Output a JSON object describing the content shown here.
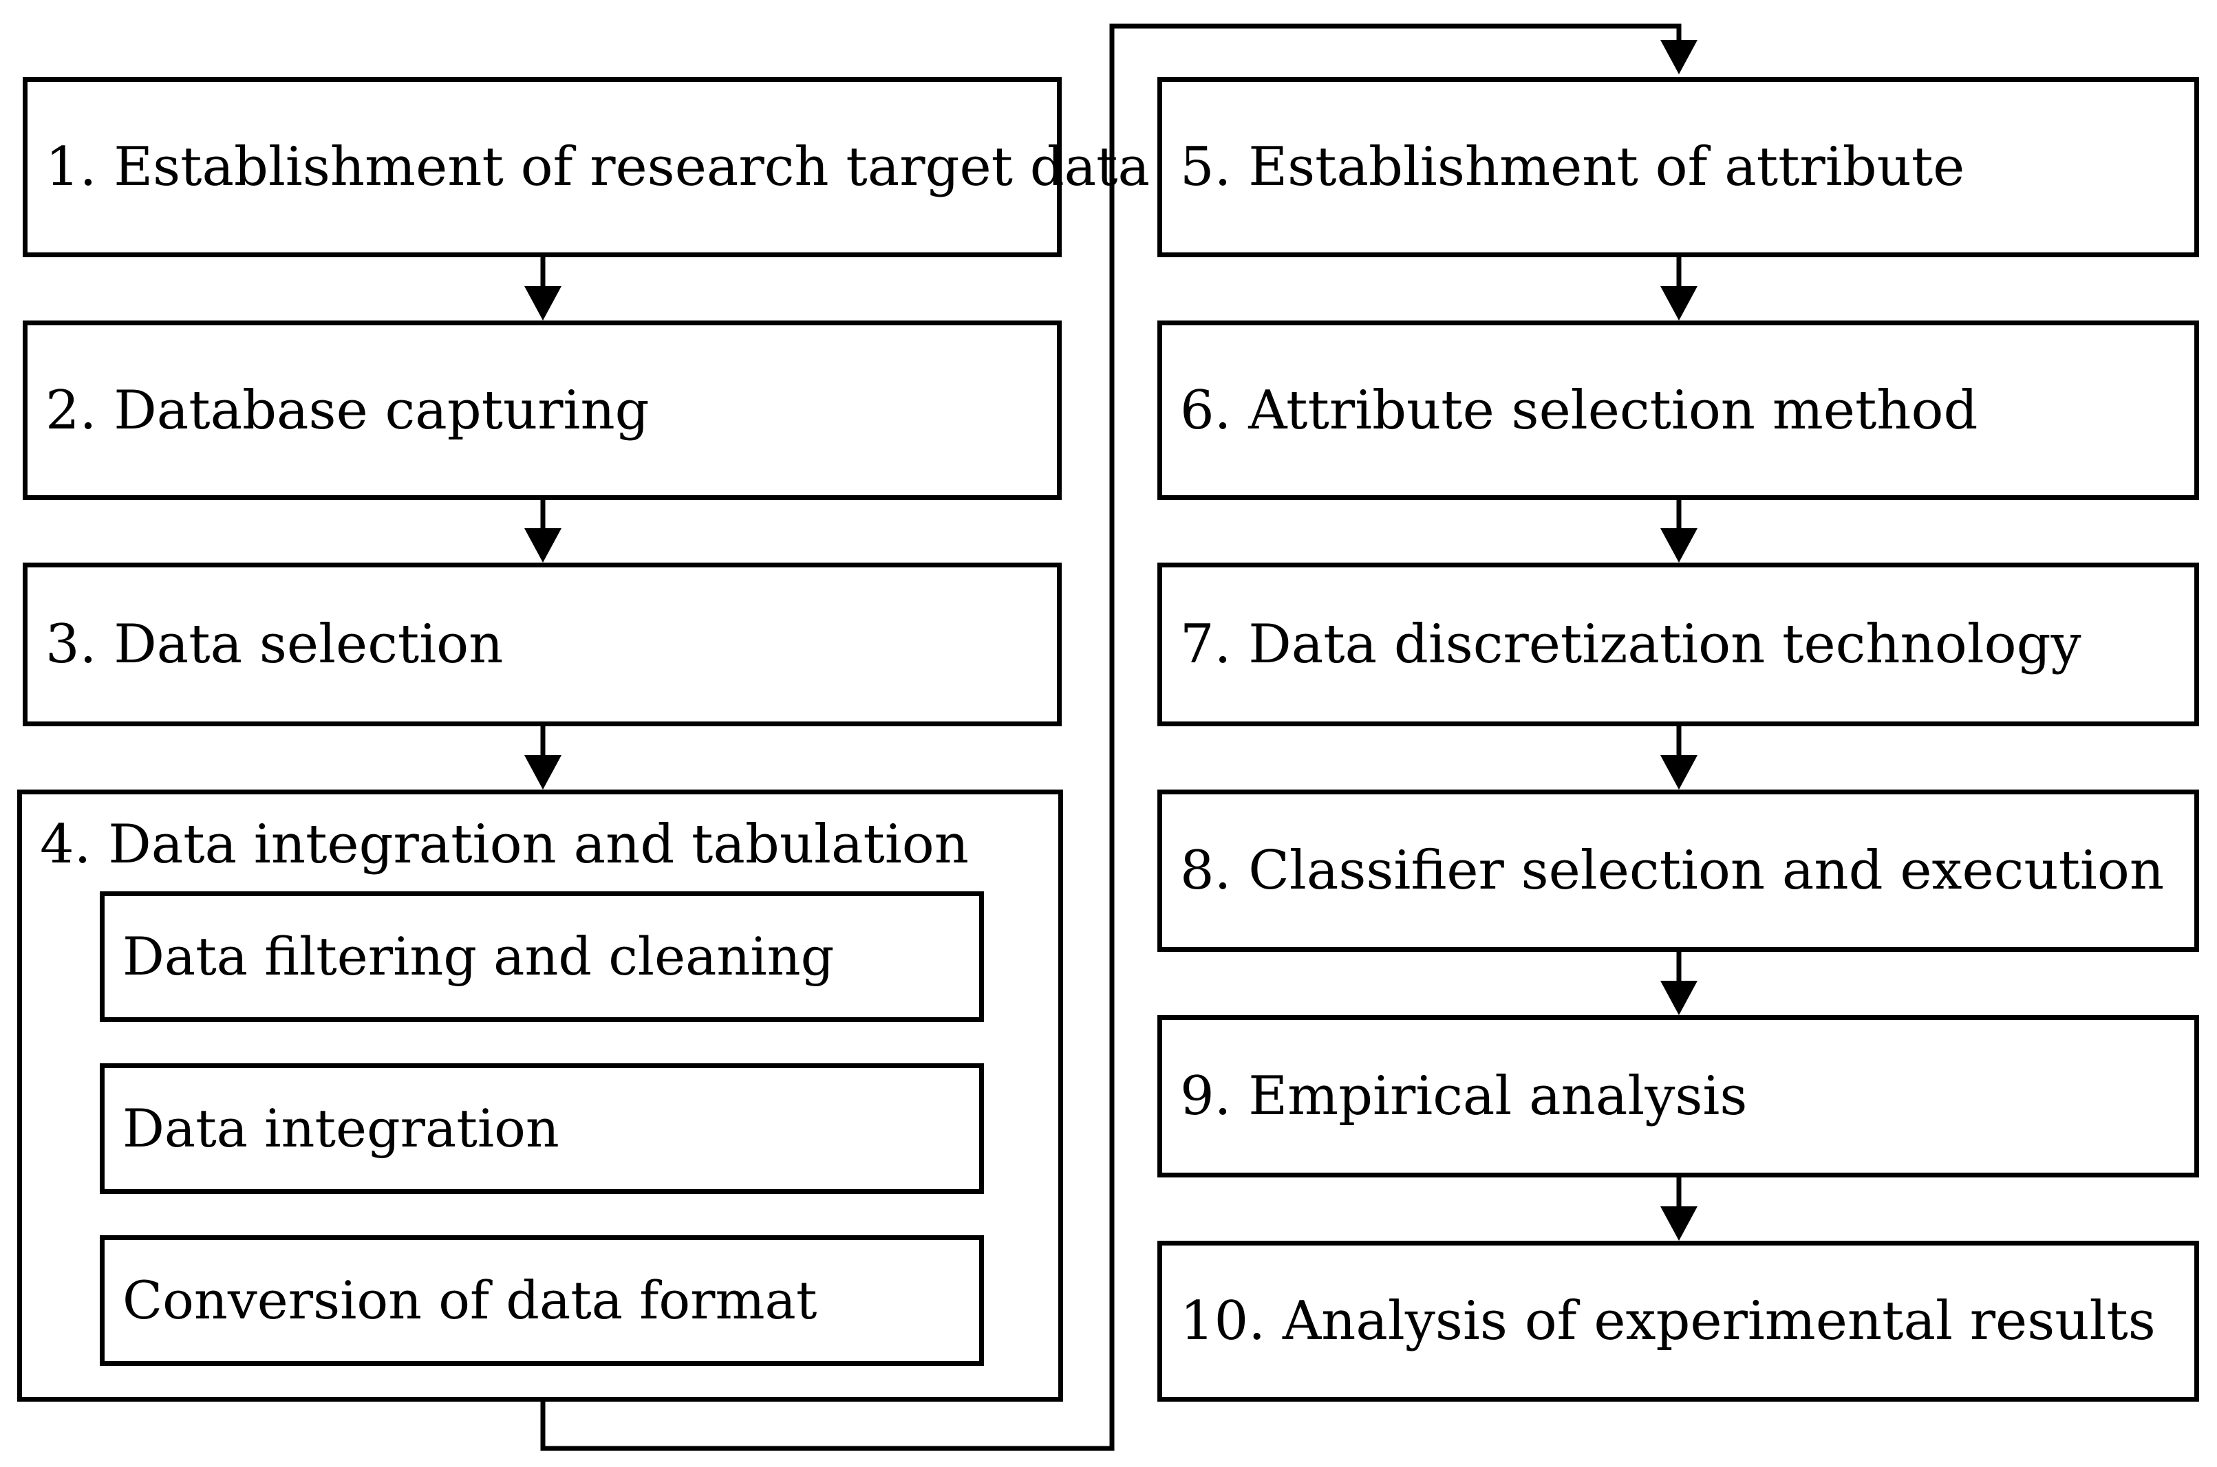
{
  "diagram": {
    "steps": [
      {
        "id": "s1",
        "label": "1. Establishment of research target data"
      },
      {
        "id": "s2",
        "label": "2. Database capturing"
      },
      {
        "id": "s3",
        "label": "3. Data selection"
      },
      {
        "id": "s4",
        "label": "4. Data integration and tabulation",
        "substeps": [
          {
            "id": "s4a",
            "label": "Data filtering and cleaning"
          },
          {
            "id": "s4b",
            "label": "Data integration"
          },
          {
            "id": "s4c",
            "label": "Conversion of data format"
          }
        ]
      },
      {
        "id": "s5",
        "label": "5. Establishment of attribute"
      },
      {
        "id": "s6",
        "label": "6. Attribute selection method"
      },
      {
        "id": "s7",
        "label": "7. Data discretization technology"
      },
      {
        "id": "s8",
        "label": "8. Classifier selection and execution"
      },
      {
        "id": "s9",
        "label": "9. Empirical analysis"
      },
      {
        "id": "s10",
        "label": "10. Analysis of experimental results"
      }
    ],
    "colors": {
      "stroke": "#000000",
      "background": "#ffffff"
    }
  }
}
